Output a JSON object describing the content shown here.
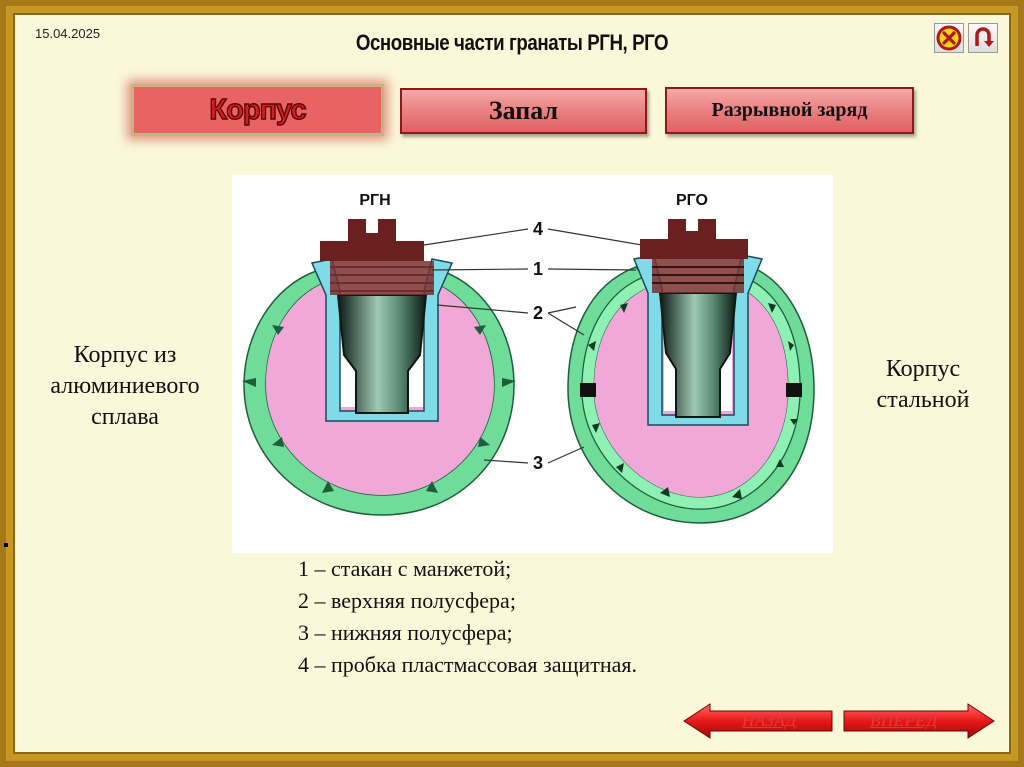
{
  "header": {
    "date": "15.04.2025",
    "title": "Основные части гранаты РГН, РГО"
  },
  "controls": {
    "close_icon": "close-icon",
    "return_icon": "return-icon"
  },
  "tabs": [
    {
      "label": "Корпус",
      "active": true
    },
    {
      "label": "Запал",
      "active": false
    },
    {
      "label": "Разрывной заряд",
      "active": false
    }
  ],
  "left_caption": [
    "Корпус из",
    "алюминиевого",
    "сплава"
  ],
  "right_caption": [
    "Корпус",
    "стальной"
  ],
  "diagram": {
    "left_label": "РГН",
    "right_label": "РГО",
    "callouts": [
      "4",
      "1",
      "2",
      "3"
    ]
  },
  "legend": [
    "1 – стакан с манжетой;",
    "2 – верхняя полусфера;",
    "3 – нижняя полусфера;",
    "4 – пробка пластмассовая защитная."
  ],
  "nav": {
    "back_label": "НАЗАД",
    "forward_label": "ВПЕРЕД"
  },
  "colors": {
    "accent_red": "#e86363",
    "shell_green": "#6fdc9a",
    "charge_pink": "#f0a8d8",
    "plug_brown": "#6b2020",
    "panel_bg": "#fbf7d9"
  }
}
